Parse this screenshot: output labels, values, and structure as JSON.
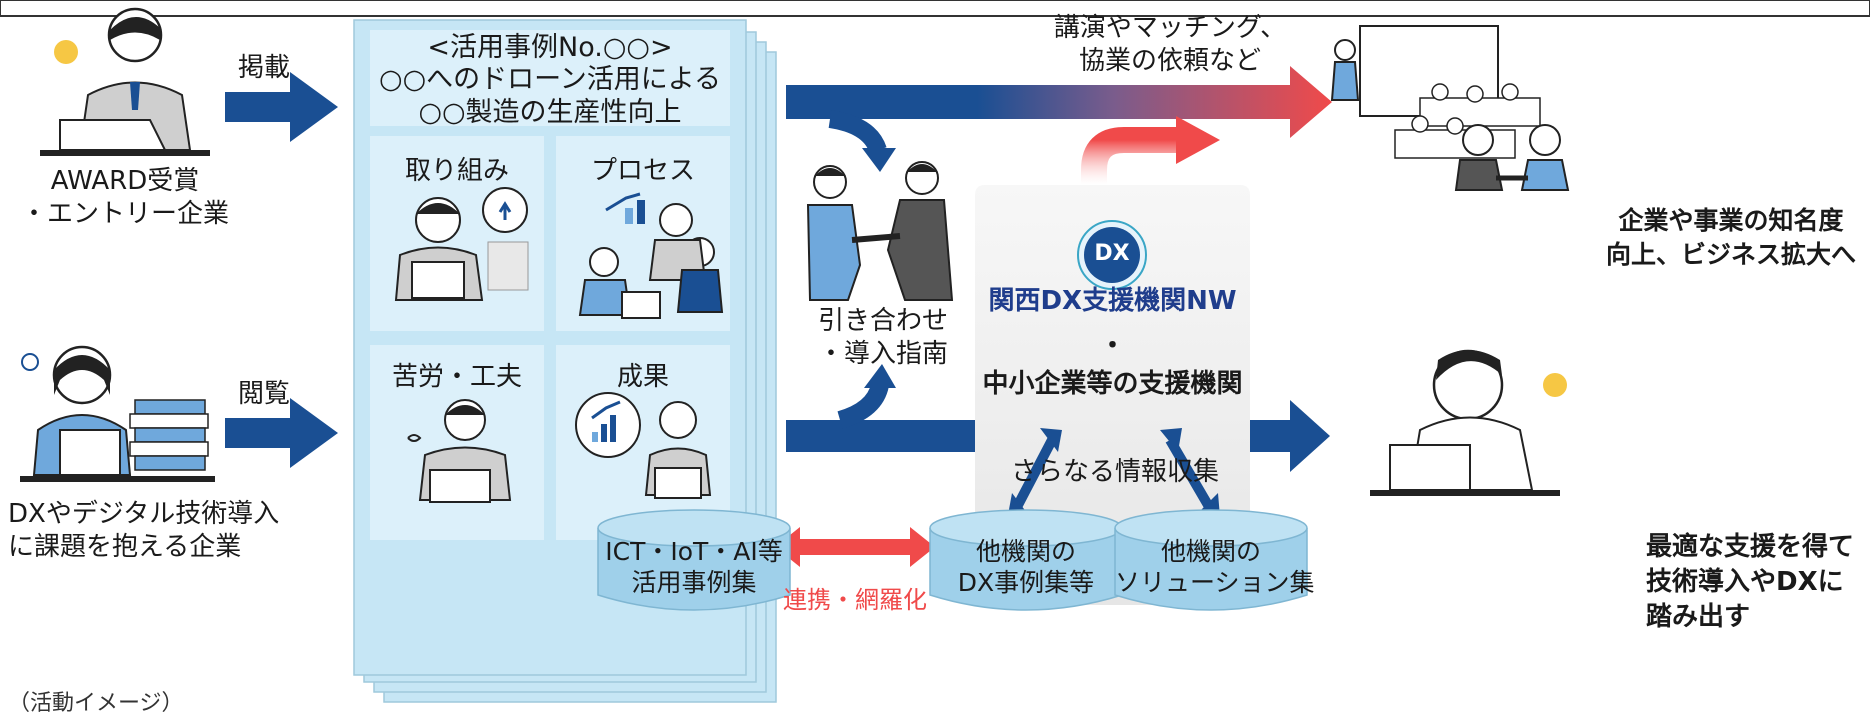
{
  "actors": {
    "award_company": [
      "AWARD受賞",
      "・エントリー企業"
    ],
    "publish": "掲載",
    "view": "閲覧",
    "problem_company": [
      "DXやデジタル技術導入",
      "に課題を抱える企業"
    ],
    "footnote": "（活動イメージ）"
  },
  "case_card": {
    "header": [
      "<活用事例No.○○>",
      "○○へのドローン活用による",
      "○○製造の生産性向上"
    ],
    "cells": [
      "取り組み",
      "プロセス",
      "苦労・工夫",
      "成果"
    ]
  },
  "flows": {
    "request": [
      "講演やマッチング、",
      "協業の依頼など"
    ],
    "introduce": [
      "引き合わせ",
      "・導入指南"
    ],
    "more_info": "さらなる情報収集",
    "link": "連携・網羅化"
  },
  "support": {
    "logo_text": "DX",
    "network": "関西DX支援機関NW",
    "dot": "・",
    "org": "中小企業等の支援機関"
  },
  "databases": {
    "ict": [
      "ICT・IoT・AI等",
      "活用事例集"
    ],
    "other_cases": [
      "他機関の",
      "DX事例集等"
    ],
    "other_solutions": [
      "他機関の",
      "ソリューション集"
    ]
  },
  "outcomes": {
    "fame": [
      "企業や事業の知名度",
      "向上、ビジネス拡大へ"
    ],
    "support": [
      "最適な支援を得て",
      "技術導入やDXに",
      "踏み出す"
    ]
  },
  "colors": {
    "navy": "#1a4f93",
    "card": "#c6e6f5",
    "card_cell": "#dcf0fa",
    "red": "#f04a4a",
    "panel": "#efefef"
  }
}
